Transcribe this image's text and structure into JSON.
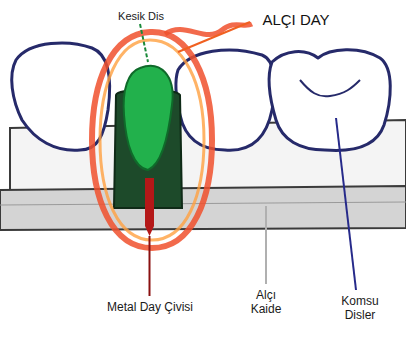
{
  "diagram": {
    "labels": [
      "Kesik Dis",
      "ALÇI DAY",
      "Metal Day Çivisi",
      "Alçı Kaide",
      "Komsu Disler"
    ]
  }
}
